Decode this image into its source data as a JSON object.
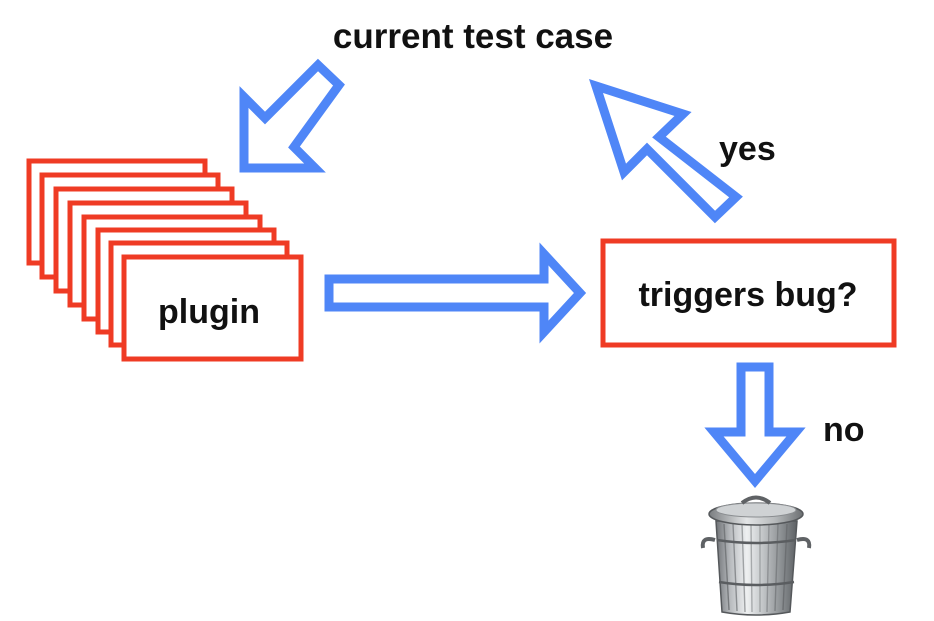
{
  "diagram": {
    "top_label": "current test case",
    "plugin_label": "plugin",
    "decision_label": "triggers bug?",
    "yes_label": "yes",
    "no_label": "no",
    "icons": {
      "discard": "trash-can-icon"
    },
    "colors": {
      "box_border": "#ef3b24",
      "arrow_fill": "#4f86f7",
      "text": "#111111"
    }
  }
}
